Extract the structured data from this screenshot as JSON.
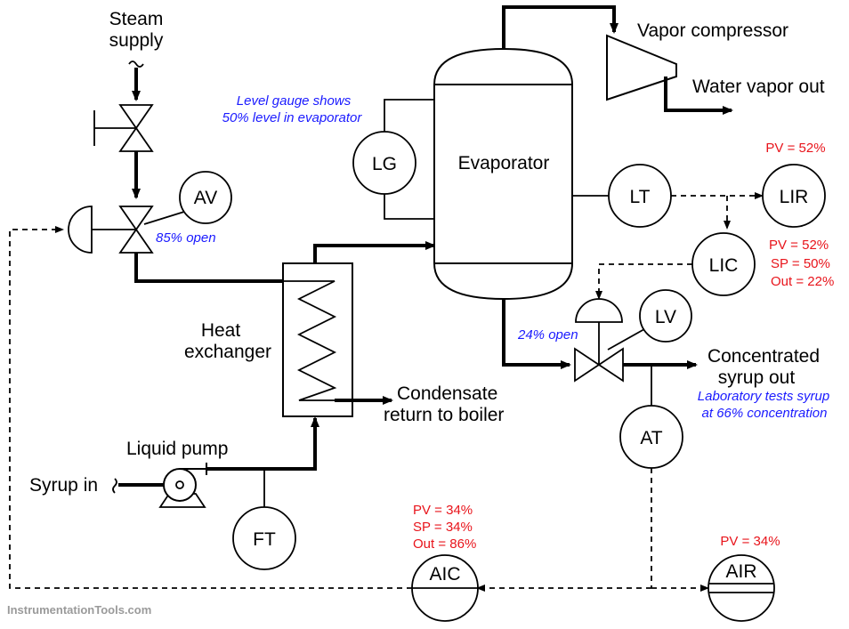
{
  "labels": {
    "steam_supply_1": "Steam",
    "steam_supply_2": "supply",
    "vapor_compressor": "Vapor compressor",
    "water_vapor_out": "Water vapor out",
    "evaporator": "Evaporator",
    "heat_exchanger_1": "Heat",
    "heat_exchanger_2": "exchanger",
    "condensate_1": "Condensate",
    "condensate_2": "return to boiler",
    "liquid_pump": "Liquid pump",
    "syrup_in": "Syrup in",
    "concentrated_1": "Concentrated",
    "concentrated_2": "syrup out"
  },
  "instruments": {
    "lg": "LG",
    "av": "AV",
    "lt": "LT",
    "lir": "LIR",
    "lic": "LIC",
    "lv": "LV",
    "at": "AT",
    "ft": "FT",
    "aic": "AIC",
    "air": "AIR"
  },
  "notes": {
    "level_gauge_1": "Level gauge shows",
    "level_gauge_2": "50% level in evaporator",
    "av_open": "85% open",
    "lv_open": "24% open",
    "lab_tests_1": "Laboratory tests syrup",
    "lab_tests_2": "at 66% concentration"
  },
  "readings": {
    "lir_pv": "PV = 52%",
    "lic_pv": "PV = 52%",
    "lic_sp": "SP = 50%",
    "lic_out": "Out = 22%",
    "aic_pv": "PV = 34%",
    "aic_sp": "SP = 34%",
    "aic_out": "Out = 86%",
    "air_pv": "PV = 34%"
  },
  "watermark": "InstrumentationTools.com",
  "colors": {
    "note_blue": "#1a1aff",
    "reading_red": "#e8141b",
    "watermark_gray": "#9a9a9a"
  }
}
